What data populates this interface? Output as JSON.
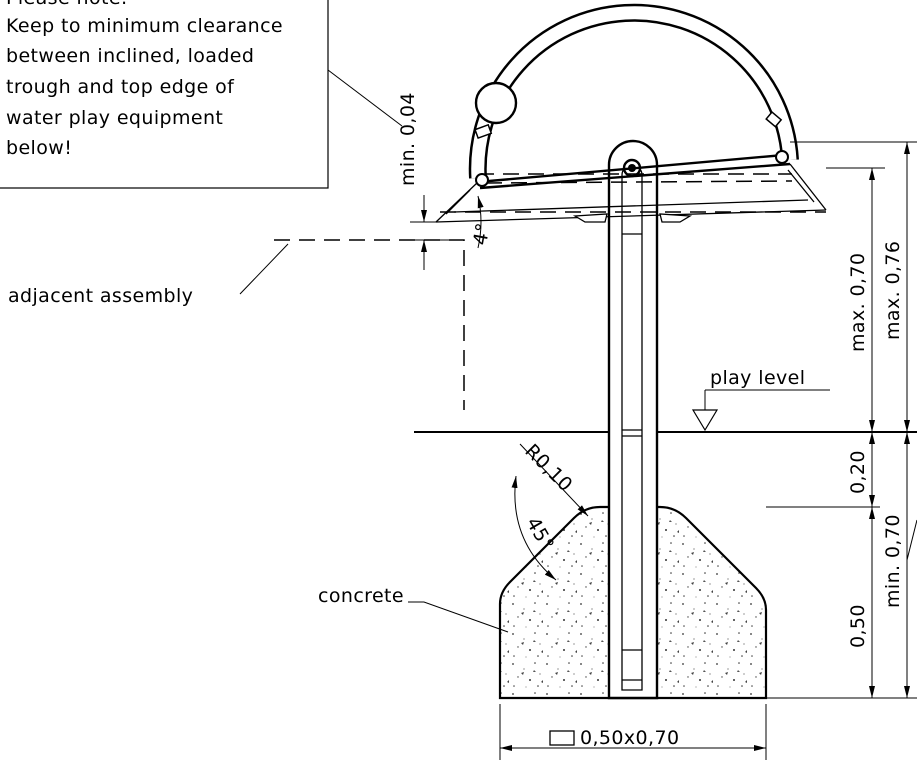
{
  "note": {
    "lines": [
      "Please note:",
      "Keep to minimum clearance",
      "between inclined, loaded",
      "trough and top edge of",
      "water play equipment",
      "below!"
    ]
  },
  "labels": {
    "adjacent": "adjacent assembly",
    "concrete": "concrete",
    "play_level": "play level"
  },
  "dimensions": {
    "clearance": "min. 0,04",
    "tilt_angle": "4°",
    "max_070": "max. 0,70",
    "max_076": "max. 0,76",
    "radius": "R0,10",
    "bevel_angle": "45°",
    "depth_020": "0,20",
    "depth_050": "0,50",
    "min_070": "min. 0,70",
    "footing": "0,50x0,70"
  }
}
